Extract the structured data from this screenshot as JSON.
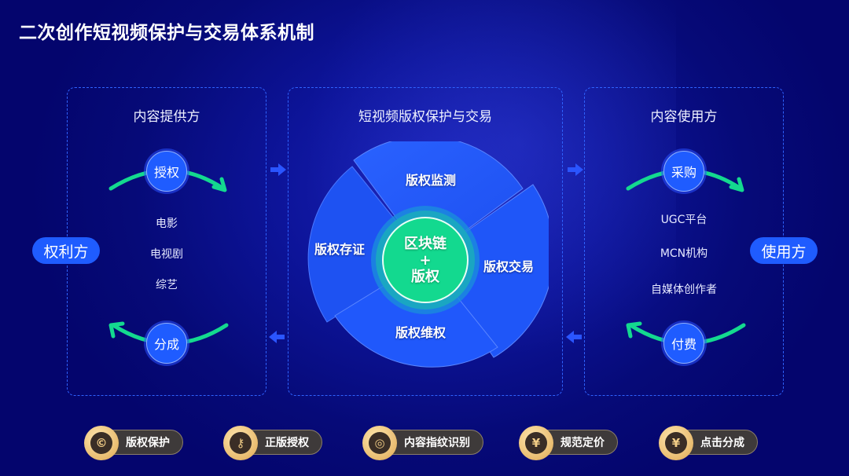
{
  "title": "二次创作短视频保护与交易体系机制",
  "colors": {
    "background": "#060a78",
    "panel_border": "#2f63ff",
    "accent_blue": "#1f5cff",
    "accent_green": "#13d98f",
    "badge_gold": "#e8bb6e",
    "badge_dark": "#3e3a3a"
  },
  "left_panel": {
    "title": "内容提供方",
    "top_action": "授权",
    "bottom_action": "分成",
    "items": [
      "电影",
      "电视剧",
      "综艺"
    ],
    "side_label": "权利方"
  },
  "center_panel": {
    "title": "短视频版权保护与交易",
    "segments": [
      "版权监测",
      "版权交易",
      "版权维权",
      "版权存证"
    ],
    "core": {
      "line1": "区块链",
      "line2": "+",
      "line3": "版权"
    }
  },
  "right_panel": {
    "title": "内容使用方",
    "top_action": "采购",
    "bottom_action": "付费",
    "items": [
      "UGC平台",
      "MCN机构",
      "自媒体创作者"
    ],
    "side_label": "使用方"
  },
  "badges": [
    {
      "label": "版权保护",
      "icon": "copyright-shield-icon",
      "glyph": "©"
    },
    {
      "label": "正版授权",
      "icon": "key-shield-icon",
      "glyph": "⚷"
    },
    {
      "label": "内容指纹识别",
      "icon": "fingerprint-icon",
      "glyph": "◎"
    },
    {
      "label": "规范定价",
      "icon": "yen-icon",
      "glyph": "¥"
    },
    {
      "label": "点击分成",
      "icon": "hand-coin-icon",
      "glyph": "¥"
    }
  ]
}
